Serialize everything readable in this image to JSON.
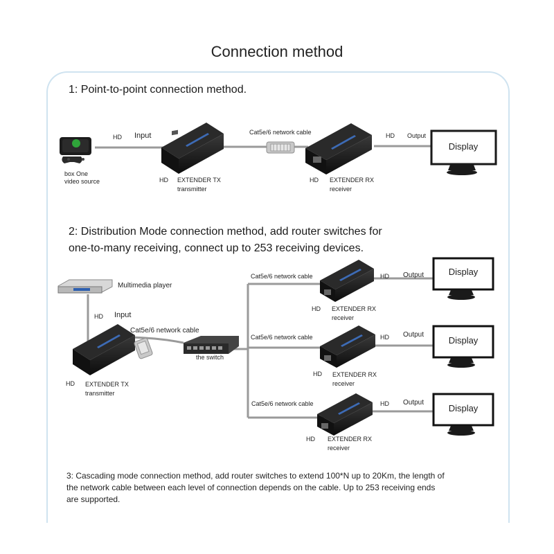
{
  "title": "Connection method",
  "section1": {
    "heading": "1: Point-to-point connection method.",
    "source_label_line1": "box One",
    "source_label_line2": "video source",
    "hd_in": "HD",
    "input": "Input",
    "tx_hd": "HD",
    "tx_line1": "EXTENDER TX",
    "tx_line2": "transmitter",
    "cable": "Cat5e/6 network cable",
    "rx_hd": "HD",
    "rx_line1": "EXTENDER RX",
    "rx_line2": "receiver",
    "hd_out": "HD",
    "output": "Output",
    "display": "Display"
  },
  "section2": {
    "heading_line1": "2: Distribution Mode connection method, add router switches for",
    "heading_line2": "one-to-many receiving, connect up to 253 receiving devices.",
    "player": "Multimedia player",
    "hd_in": "HD",
    "input": "Input",
    "cable_tx": "Cat5e/6 network cable",
    "switch": "the switch",
    "tx_hd": "HD",
    "tx_line1": "EXTENDER TX",
    "tx_line2": "transmitter",
    "branches": [
      {
        "cable": "Cat5e/6 network cable",
        "hd_in": "HD",
        "rx_line1": "EXTENDER RX",
        "rx_line2": "receiver",
        "hd_out": "HD",
        "output": "Output",
        "display": "Display"
      },
      {
        "cable": "Cat5e/6 network cable",
        "hd_in": "HD",
        "rx_line1": "EXTENDER RX",
        "rx_line2": "receiver",
        "hd_out": "HD",
        "output": "Output",
        "display": "Display"
      },
      {
        "cable": "Cat5e/6 network cable",
        "hd_in": "HD",
        "rx_line1": "EXTENDER RX",
        "rx_line2": "receiver",
        "hd_out": "HD",
        "output": "Output",
        "display": "Display"
      }
    ]
  },
  "section3": {
    "line1": "3: Cascading mode connection method, add router switches to extend 100*N up to 20Km, the length of",
    "line2": "the network cable between each level of connection depends on the cable. Up to 253 receiving ends",
    "line3": "are supported."
  }
}
